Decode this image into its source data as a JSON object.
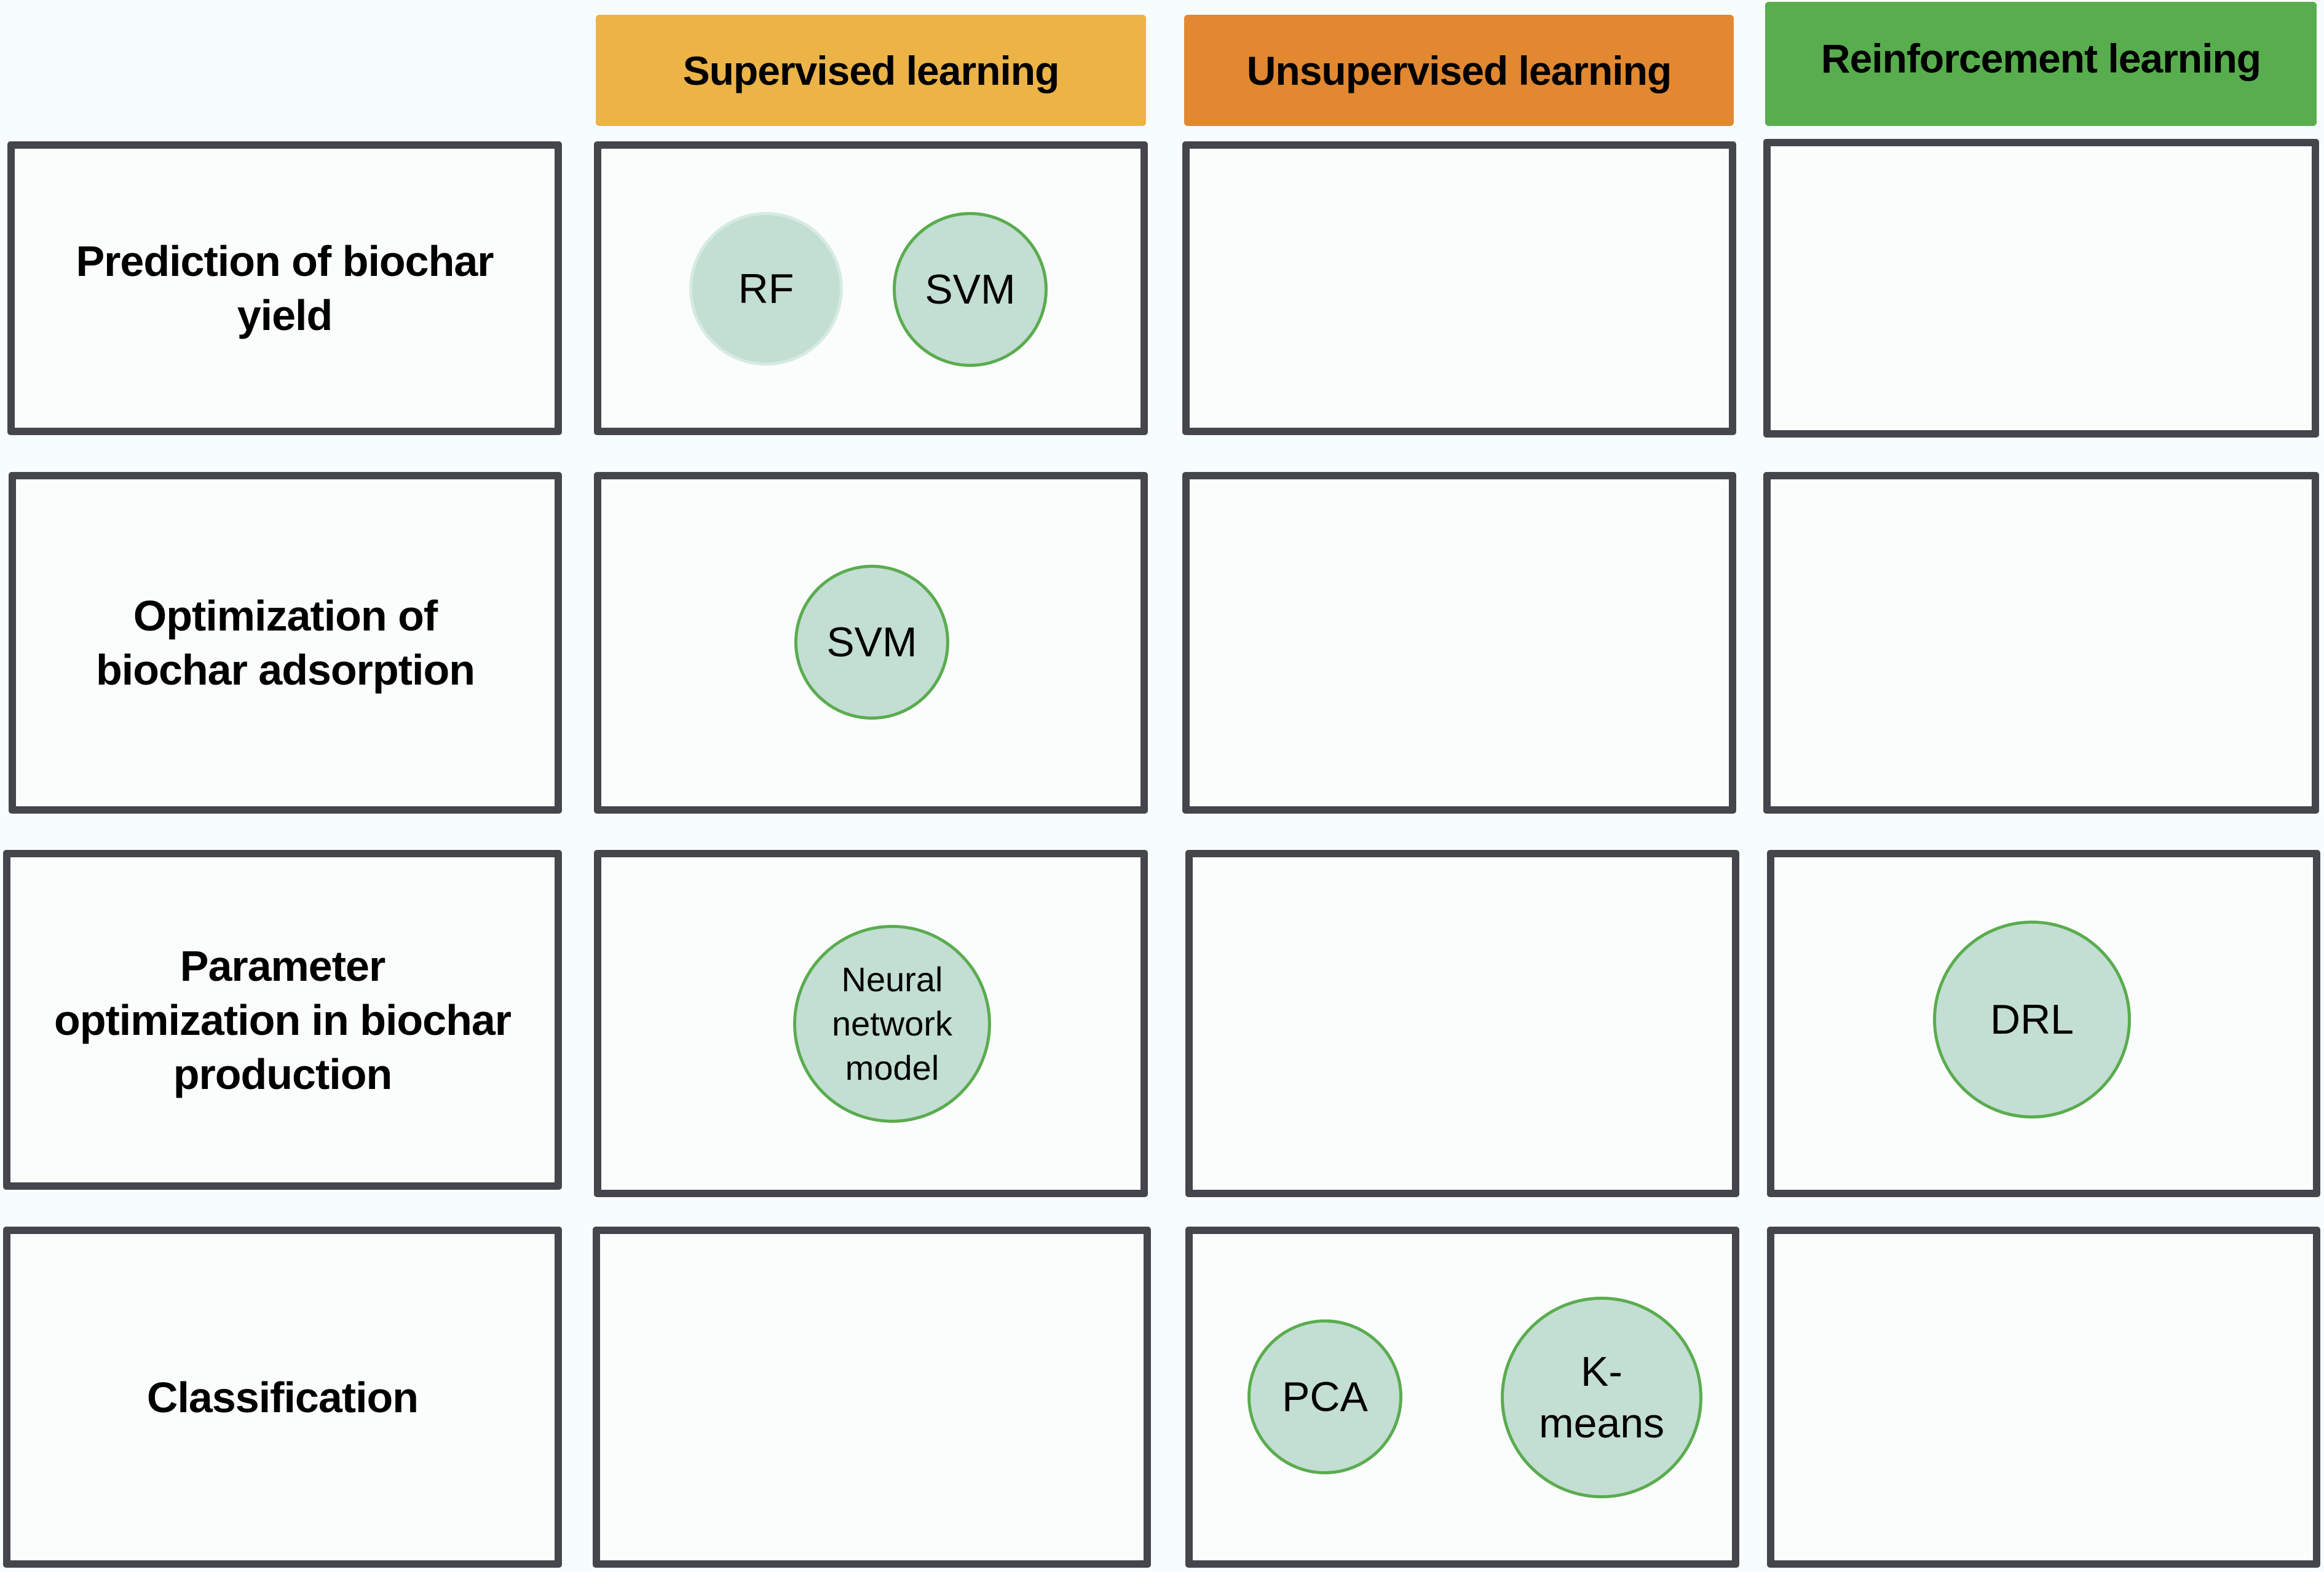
{
  "colors": {
    "supervised": "#ecb447",
    "unsupervised": "#e28830",
    "reinforcement": "#58ae4e",
    "cell_border": "#45464b",
    "node_fill": "#c3ded2",
    "node_border": "#5aac4f"
  },
  "columns": [
    {
      "label": "Supervised learning"
    },
    {
      "label": "Unsupervised learning"
    },
    {
      "label": "Reinforcement learning"
    }
  ],
  "rows": [
    {
      "label": "Prediction of biochar\nyield"
    },
    {
      "label": "Optimization of\nbiochar adsorption"
    },
    {
      "label": "Parameter\noptimization in biochar\nproduction"
    },
    {
      "label": "Classification"
    }
  ],
  "methods": [
    {
      "row": 0,
      "column": 0,
      "label": "RF"
    },
    {
      "row": 0,
      "column": 0,
      "label": "SVM"
    },
    {
      "row": 1,
      "column": 0,
      "label": "SVM"
    },
    {
      "row": 2,
      "column": 0,
      "label": "Neural\nnetwork\nmodel"
    },
    {
      "row": 2,
      "column": 2,
      "label": "DRL"
    },
    {
      "row": 3,
      "column": 1,
      "label": "PCA"
    },
    {
      "row": 3,
      "column": 1,
      "label": "K-\nmeans"
    }
  ]
}
